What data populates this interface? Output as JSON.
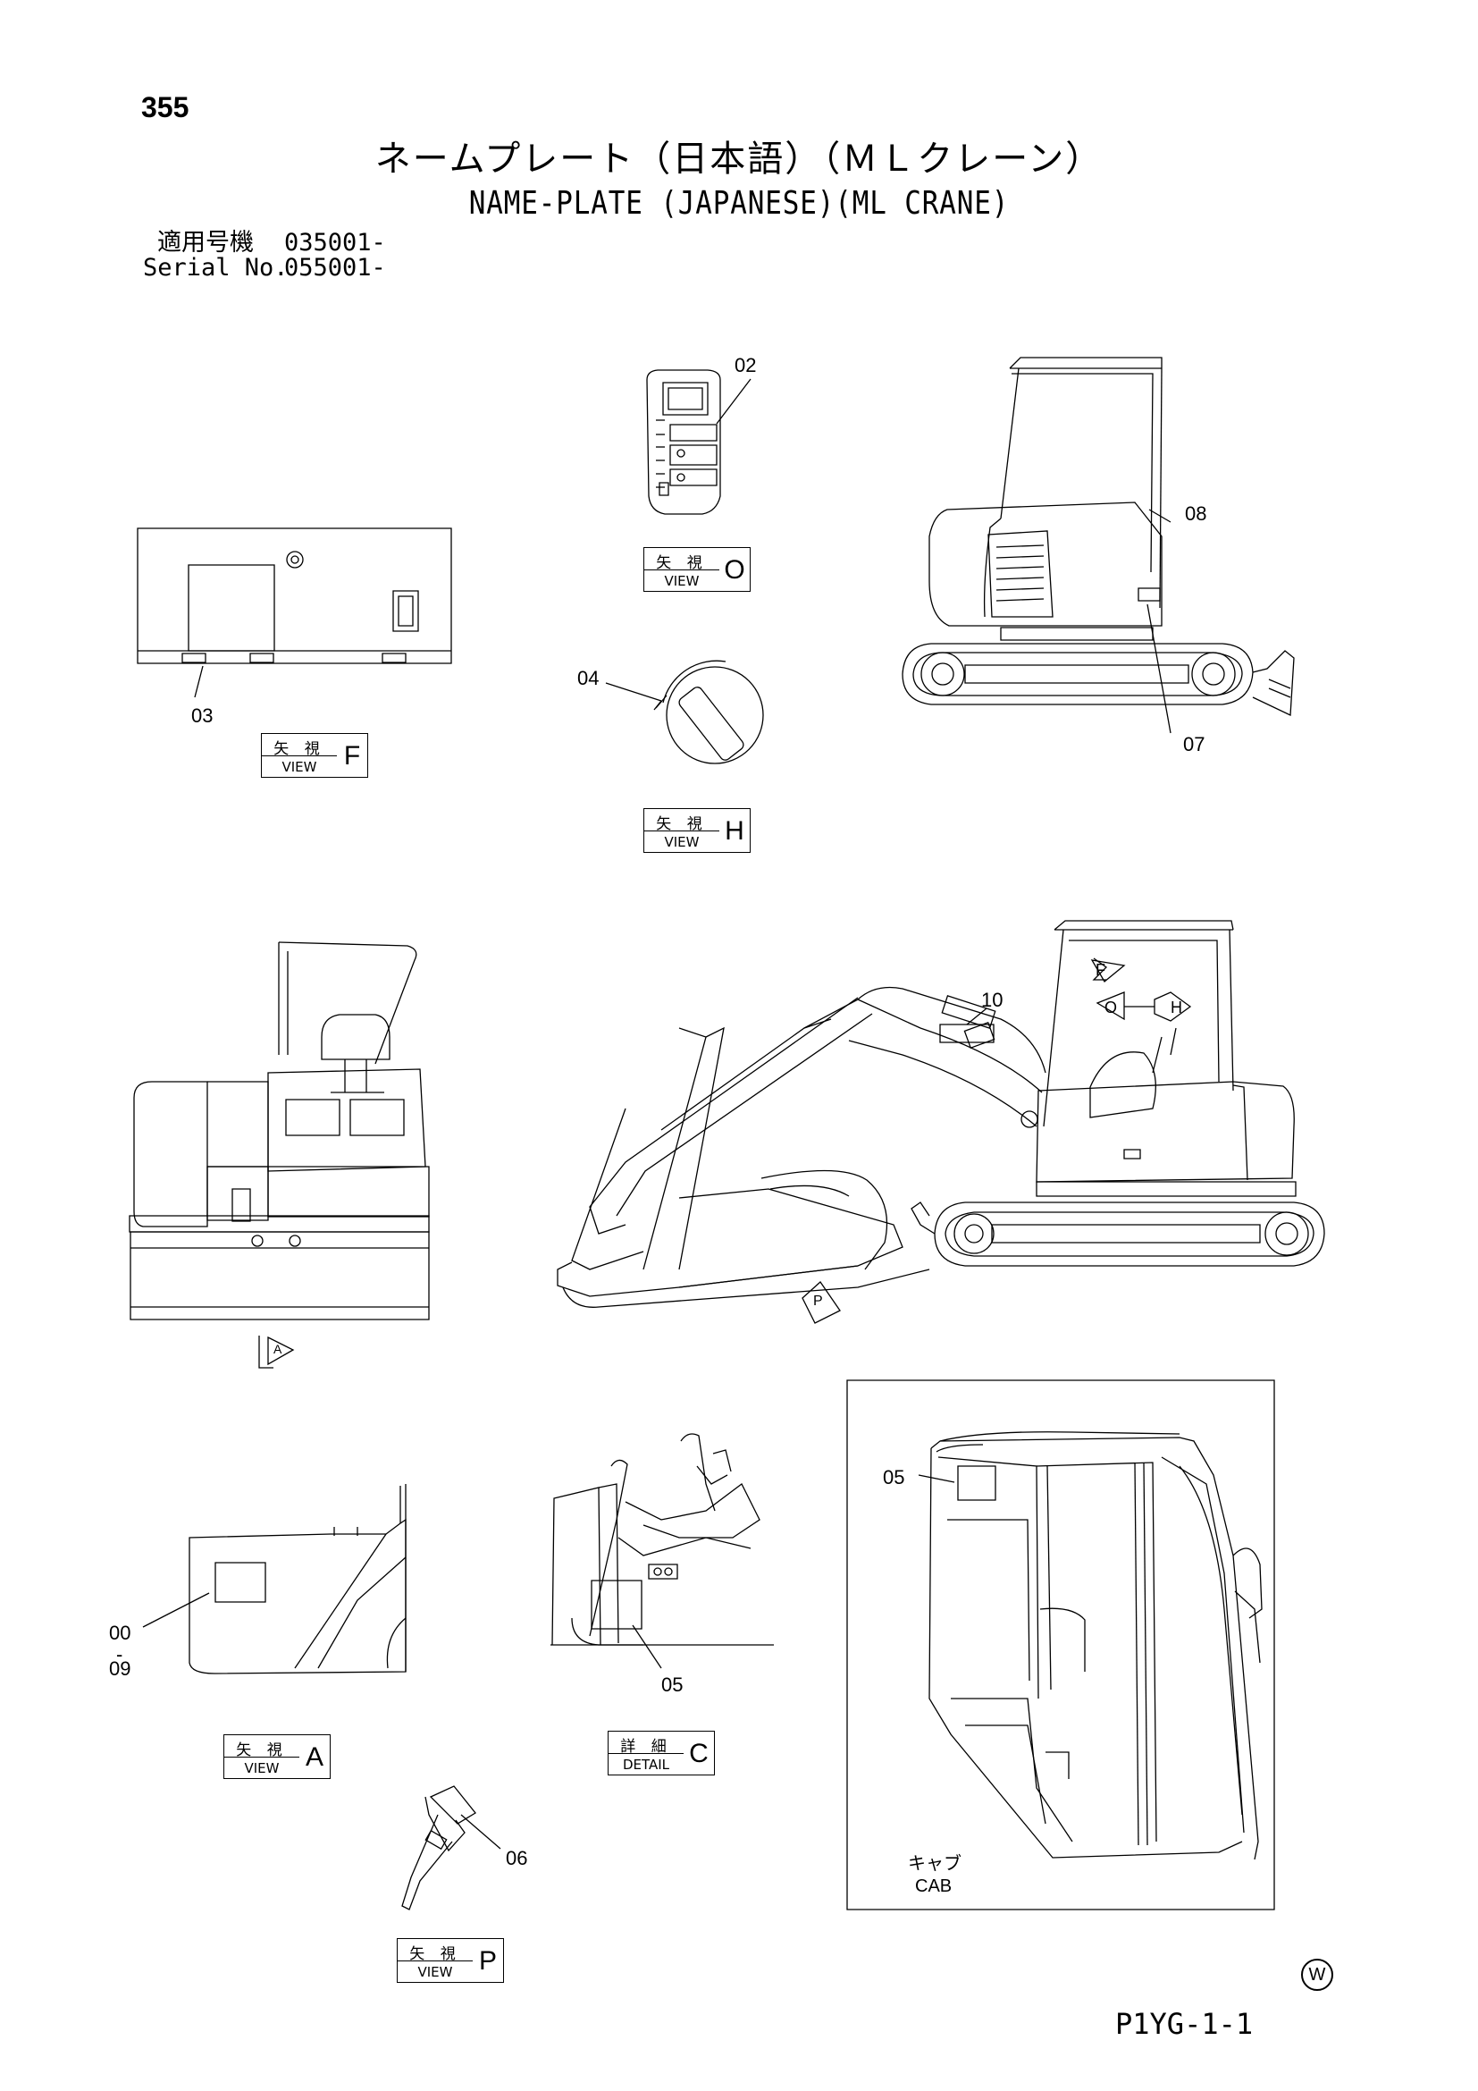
{
  "page_number": "355",
  "title_jp": "ネームプレート（日本語）（ＭＬクレーン）",
  "title_en": "NAME-PLATE (JAPANESE)(ML CRANE)",
  "serial": {
    "line1_label": "適用号機",
    "line1_value": "035001-",
    "line2_label": "Serial No.",
    "line2_value": "055001-"
  },
  "views": [
    {
      "id": "O",
      "jp": "矢 視",
      "en": "VIEW",
      "letter": "O"
    },
    {
      "id": "F",
      "jp": "矢 視",
      "en": "VIEW",
      "letter": "F"
    },
    {
      "id": "H",
      "jp": "矢 視",
      "en": "VIEW",
      "letter": "H"
    },
    {
      "id": "A",
      "jp": "矢 視",
      "en": "VIEW",
      "letter": "A"
    },
    {
      "id": "C",
      "jp": "詳 細",
      "en": "DETAIL",
      "letter": "C"
    },
    {
      "id": "P",
      "jp": "矢 視",
      "en": "VIEW",
      "letter": "P"
    }
  ],
  "callouts": [
    "02",
    "03",
    "04",
    "08",
    "07",
    "10",
    "00",
    "09",
    "05",
    "05",
    "06"
  ],
  "arrow_labels": [
    "F",
    "O",
    "H",
    "A",
    "P"
  ],
  "cab_label_jp": "キャブ",
  "cab_label_en": "CAB",
  "watermark": "W",
  "drawing_code": "P1YG-1-1"
}
